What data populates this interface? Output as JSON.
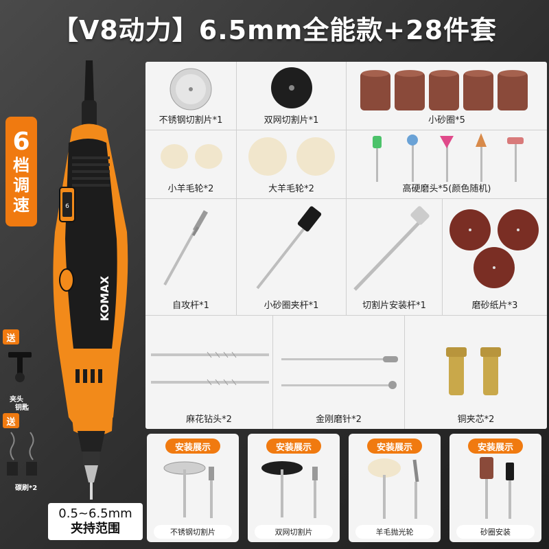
{
  "header": {
    "title": "【V8动力】6.5mm全能款+28件套"
  },
  "badge": {
    "number": "6",
    "line1": "档",
    "line2": "调",
    "line3": "速"
  },
  "tool": {
    "brand": "KOMAX",
    "dial_mark": "6"
  },
  "side": {
    "gift1": "送",
    "gift1_label_line1": "夹头",
    "gift1_label_line2": "钥匙",
    "gift2": "送",
    "gift2_label": "碳刷*2"
  },
  "range": {
    "line1": "0.5~6.5mm",
    "line2": "夹持范围"
  },
  "accessories": [
    {
      "label": "不锈钢切割片*1"
    },
    {
      "label": "双网切割片*1"
    },
    {
      "label": "小砂圈*5"
    },
    {
      "label": "小羊毛轮*2"
    },
    {
      "label": "大羊毛轮*2"
    },
    {
      "label": "高硬磨头*5(颜色随机)"
    },
    {
      "label": "自攻杆*1"
    },
    {
      "label": "小砂圈夹杆*1"
    },
    {
      "label": "切割片安装杆*1"
    },
    {
      "label": "磨砂纸片*3"
    },
    {
      "label": "麻花钻头*2"
    },
    {
      "label": "金刚磨针*2"
    },
    {
      "label": "铜夹芯*2"
    }
  ],
  "demos": [
    {
      "head": "安装展示",
      "foot": "不锈钢切割片"
    },
    {
      "head": "安装展示",
      "foot": "双网切割片"
    },
    {
      "head": "安装展示",
      "foot": "羊毛抛光轮"
    },
    {
      "head": "安装展示",
      "foot": "砂圈安装"
    }
  ],
  "colors": {
    "accent": "#f07a10",
    "panel": "#f4f4f4",
    "sanding": "#8a4a3a"
  }
}
